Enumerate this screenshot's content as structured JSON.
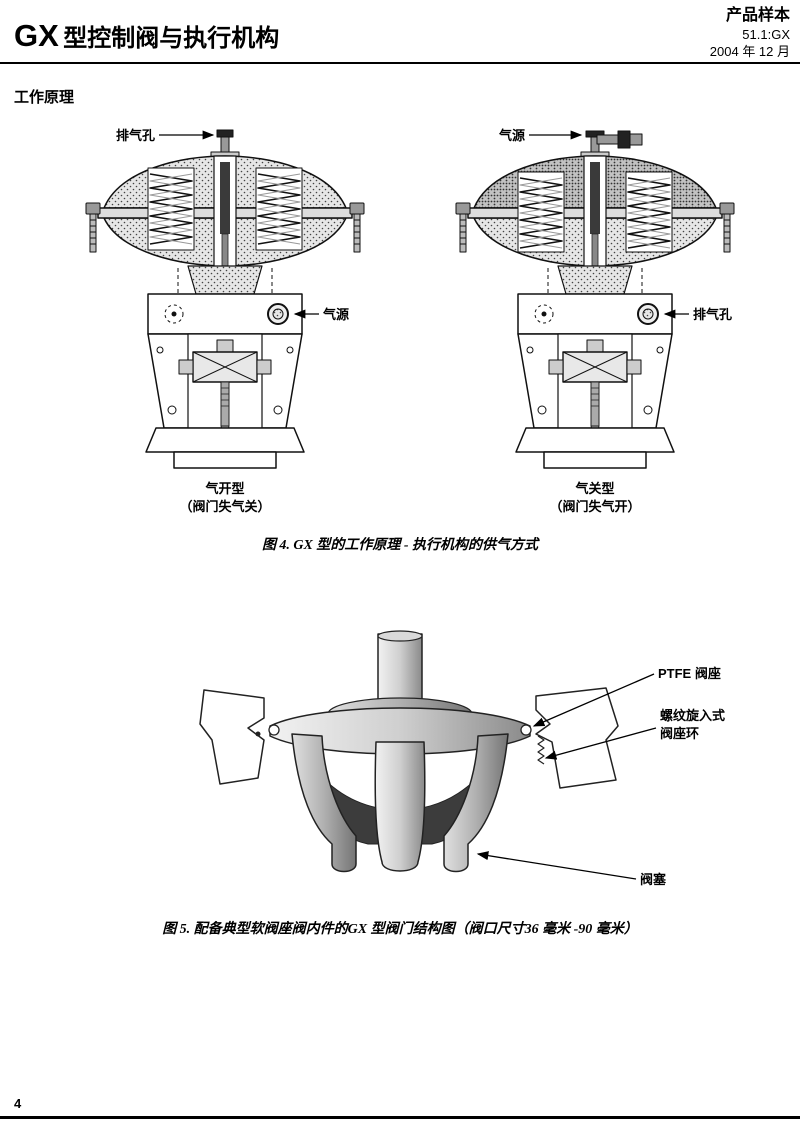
{
  "header": {
    "title_model": "GX",
    "title_rest": "型控制阀与执行机构",
    "doc_type": "产品样本",
    "doc_number": "51.1:GX",
    "doc_date": "2004 年 12 月"
  },
  "section_heading": "工作原理",
  "figure4": {
    "left_diagram": {
      "top_label": "排气孔",
      "side_label": "气源",
      "caption_line1": "气开型",
      "caption_line2": "（阀门失气关）"
    },
    "right_diagram": {
      "top_label": "气源",
      "side_label": "排气孔",
      "caption_line1": "气关型",
      "caption_line2": "（阀门失气开）"
    },
    "caption": "图 4. GX 型的工作原理 - 执行机构的供气方式"
  },
  "figure5": {
    "label_seat": "PTFE 阀座",
    "label_seat_ring_line1": "螺纹旋入式",
    "label_seat_ring_line2": "阀座环",
    "label_plug": "阀塞",
    "caption": "图 5. 配备典型软阀座阀内件的GX 型阀门结构图（阀口尺寸36 毫米 -90 毫米）"
  },
  "footer": {
    "page_number": "4"
  }
}
